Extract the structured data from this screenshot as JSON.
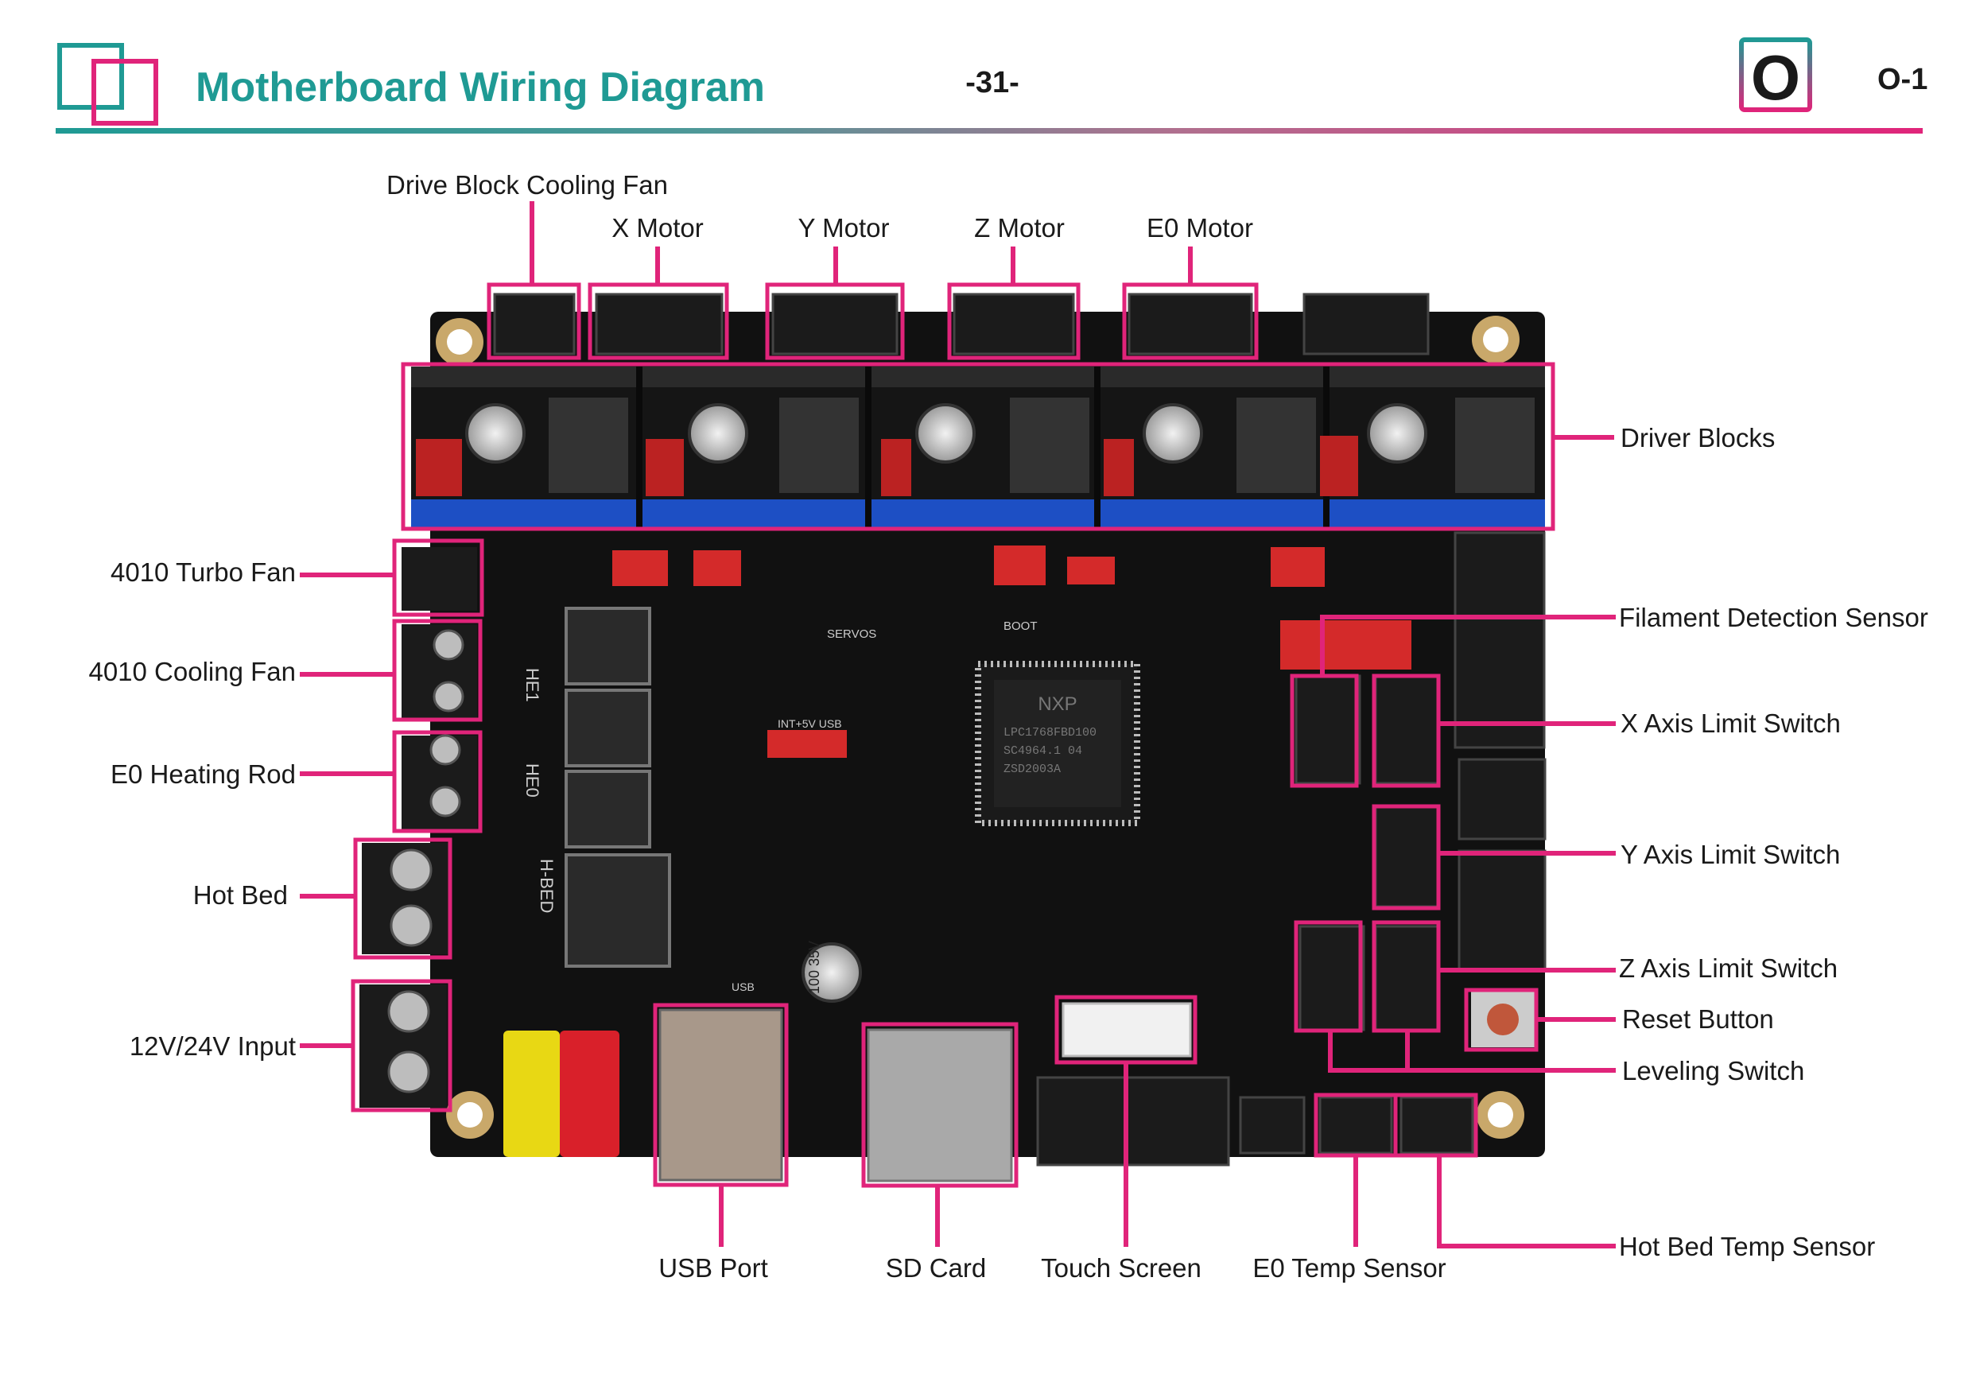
{
  "header": {
    "title": "Motherboard Wiring Diagram",
    "page_number": "-31-",
    "section_letter": "O",
    "section_code": "O-1"
  },
  "colors": {
    "accent_teal": "#1f9a94",
    "accent_pink": "#e0247a",
    "board": "#111111",
    "driver_header": "#1d4fc4"
  },
  "labels": {
    "drive_block_fan": "Drive Block Cooling Fan",
    "x_motor": "X Motor",
    "y_motor": "Y Motor",
    "z_motor": "Z Motor",
    "e0_motor": "E0 Motor",
    "driver_blocks": "Driver Blocks",
    "turbo_fan": "4010 Turbo Fan",
    "cooling_fan": "4010 Cooling Fan",
    "heating_rod": "E0 Heating Rod",
    "hot_bed": "Hot Bed",
    "power_input": "12V/24V Input",
    "filament_sensor": "Filament Detection Sensor",
    "x_limit": "X Axis Limit Switch",
    "y_limit": "Y Axis Limit Switch",
    "z_limit": "Z Axis Limit Switch",
    "reset": "Reset Button",
    "leveling": "Leveling Switch",
    "hot_bed_temp": "Hot Bed Temp Sensor",
    "usb": "USB Port",
    "sd": "SD Card",
    "touch": "Touch Screen",
    "e0_temp": "E0 Temp Sensor"
  },
  "board": {
    "chip_brand": "NXP",
    "chip_lines": [
      "LPC1768FBD100",
      "SC4964.1   04",
      "ZSD2003A"
    ],
    "capacitor_text": "100 35V",
    "silkscreen": {
      "servos": "SERVOS",
      "boot": "BOOT",
      "he1": "HE1",
      "he0": "HE0",
      "hbed": "H-BED",
      "usb": "USB",
      "jumper": "INT+5V USB"
    }
  }
}
